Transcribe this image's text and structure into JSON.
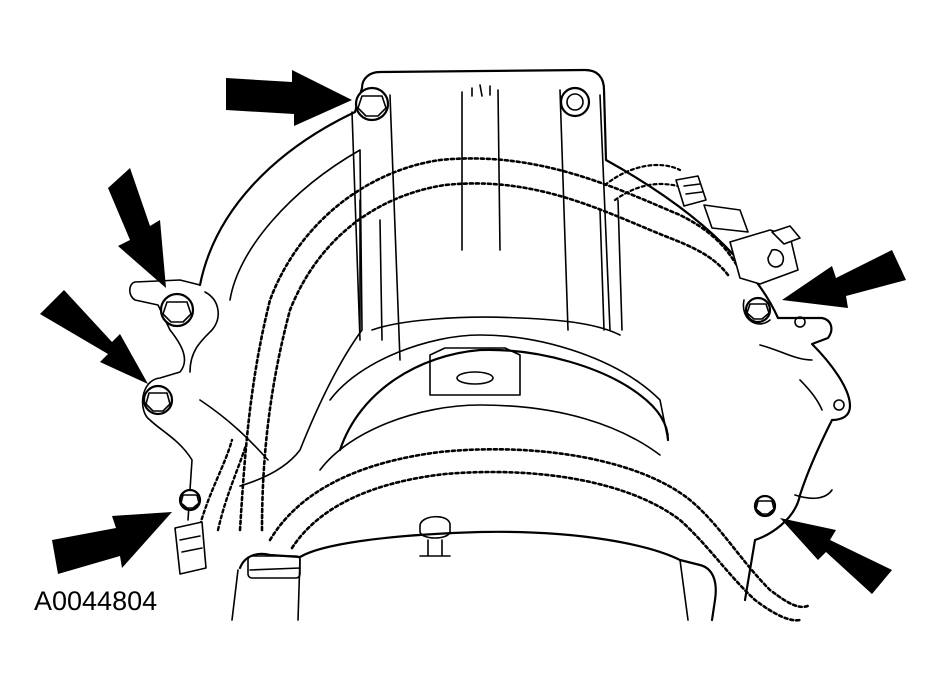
{
  "figure": {
    "id_label": "A0044804",
    "colors": {
      "ink": "#000000",
      "paper": "#ffffff"
    },
    "callout_arrows": [
      {
        "points_to": "top-bolt"
      },
      {
        "points_to": "upper-left-bolt"
      },
      {
        "points_to": "middle-left-bolt"
      },
      {
        "points_to": "lower-left-bolt"
      },
      {
        "points_to": "right-bolt"
      },
      {
        "points_to": "lower-right-bolt"
      }
    ]
  }
}
